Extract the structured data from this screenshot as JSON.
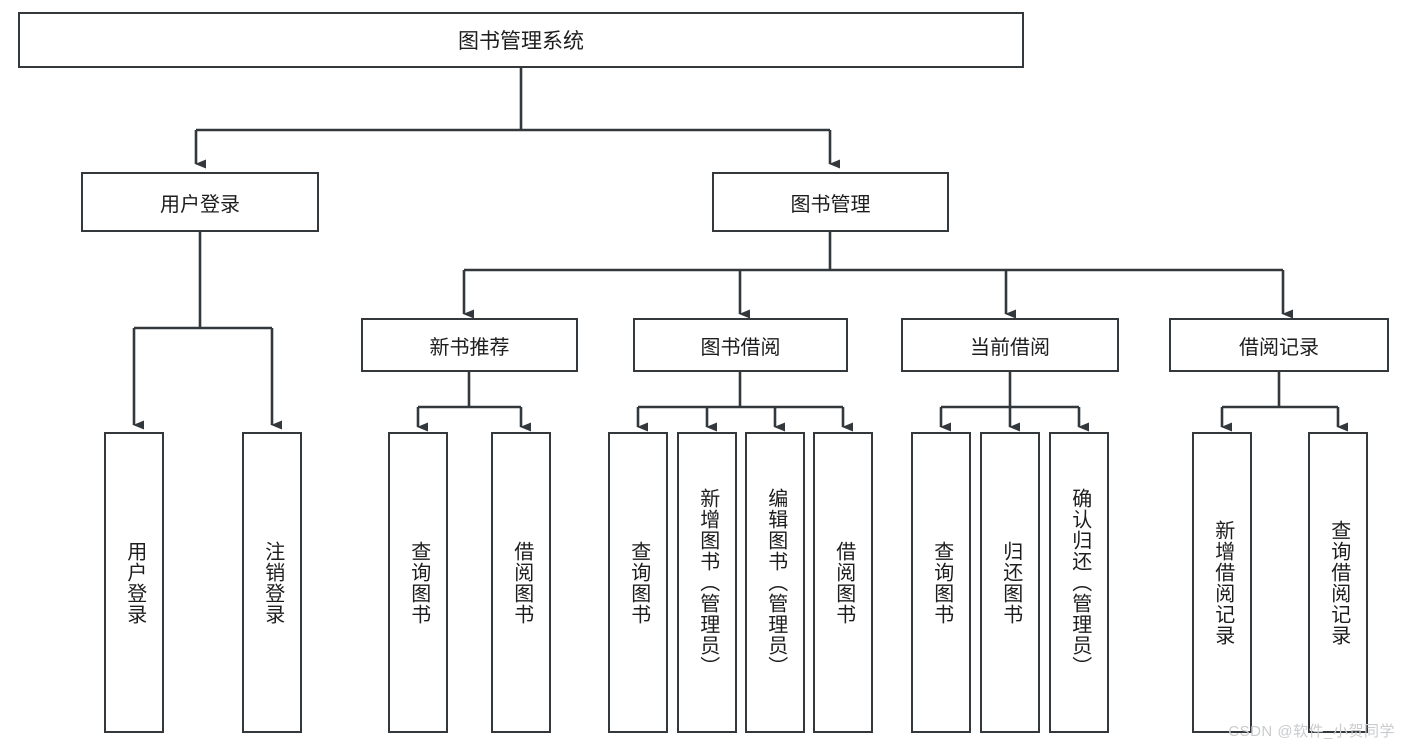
{
  "diagram": {
    "title": "图书管理系统",
    "type": "tree-hierarchy-chart",
    "root": {
      "label": "图书管理系统"
    },
    "level1": [
      {
        "label": "用户登录"
      },
      {
        "label": "图书管理"
      }
    ],
    "level2": [
      {
        "label": "新书推荐"
      },
      {
        "label": "图书借阅"
      },
      {
        "label": "当前借阅"
      },
      {
        "label": "借阅记录"
      }
    ],
    "leaves": {
      "user_login": [
        {
          "label": "用户登录"
        },
        {
          "label": "注销登录"
        }
      ],
      "new_book_recommend": [
        {
          "label": "查询图书"
        },
        {
          "label": "借阅图书"
        }
      ],
      "book_borrow": [
        {
          "label": "查询图书"
        },
        {
          "label": "新增图书（管理员）"
        },
        {
          "label": "编辑图书（管理员）"
        },
        {
          "label": "借阅图书"
        }
      ],
      "current_borrow": [
        {
          "label": "查询图书"
        },
        {
          "label": "归还图书"
        },
        {
          "label": "确认归还（管理员）"
        }
      ],
      "borrow_record": [
        {
          "label": "新增借阅记录"
        },
        {
          "label": "查询借阅记录"
        }
      ]
    }
  },
  "watermark": {
    "text": "CSDN @软件_小贺同学"
  },
  "colors": {
    "stroke": "#33383d",
    "text": "#1d1d1f",
    "background": "#ffffff",
    "watermark": "#c9cbcd"
  }
}
